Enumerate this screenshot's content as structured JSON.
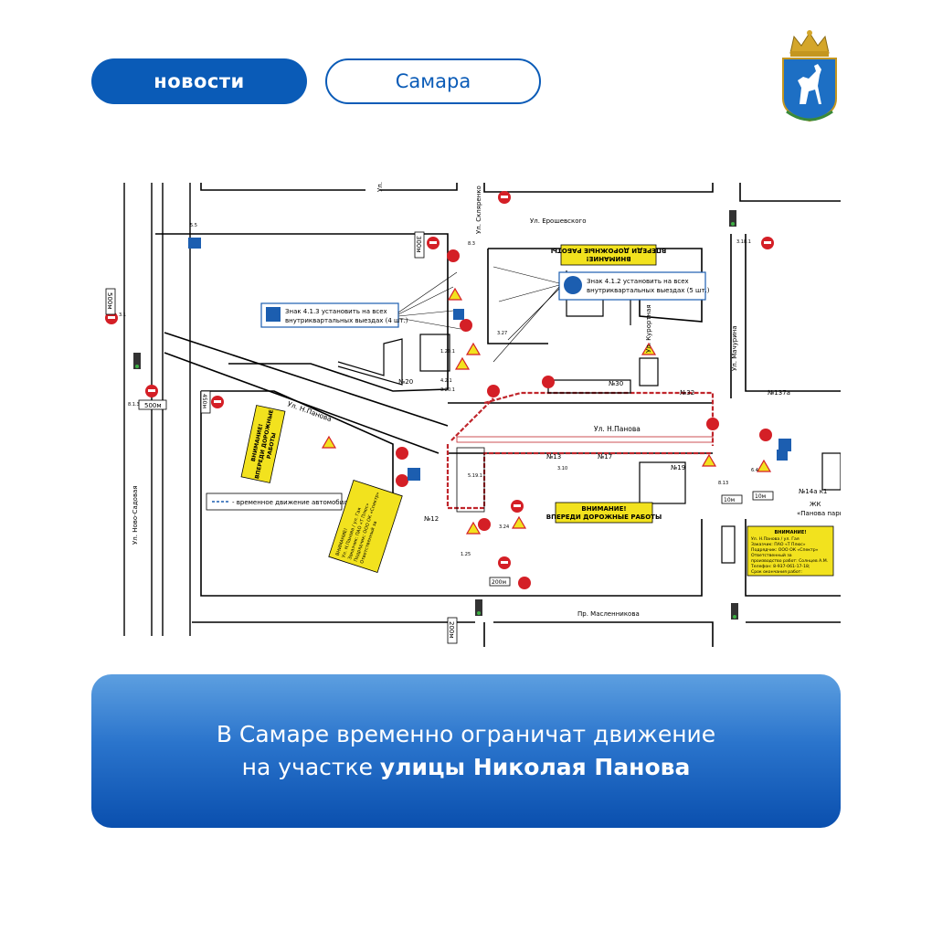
{
  "header": {
    "news_label": "новости",
    "city_label": "Самара"
  },
  "emblem": {
    "icon": "samara-coat-of-arms-icon",
    "colors": {
      "shield": "#1d6fc4",
      "deer": "#ffffff",
      "crown": "#d4a62a"
    }
  },
  "map": {
    "streets": {
      "panova_left": "Ул. Н.Панова",
      "panova_center": "Ул. Н.Панова",
      "novo_sadovaya": "Ул. Ново-Садовая",
      "sklyarenko": "Ул. Скляренко",
      "eroshevskogo": "Ул. Ерошевского",
      "kurortnaya": "Ул. Курортная",
      "machurina": "Ул. Мачурина",
      "maslennikova": "Пр. Масленникова",
      "top_ul": "Ул."
    },
    "buildings": {
      "b20": "№20",
      "b12": "№12",
      "b13": "№13",
      "b17": "№17",
      "b19": "№19",
      "b30": "№30",
      "b32": "№32",
      "b137a": "№137а",
      "b14a": "№14а к1",
      "zhk": "ЖК",
      "panov_park": "«Панова парк»"
    },
    "notes": {
      "sign_413": [
        "Знак 4.1.3 установить на всех",
        "внутриквартальных выездах (4 шт.)"
      ],
      "sign_412": [
        "Знак 4.1.2 установить на всех",
        "внутриквартальных выездах (5 шт.)"
      ],
      "temp_traffic": "- временное движение автомобилей",
      "warning_1": [
        "ВНИМАНИЕ!",
        "ВПЕРЕДИ ДОРОЖНЫЕ РАБОТЫ"
      ],
      "warning_top": [
        "ВНИМАНИЕ!",
        "ВПЕРЕДИ ДОРОЖНЫЕ РАБОТЫ"
      ],
      "warning_left": [
        "ВНИМАНИЕ!",
        "ВПЕРЕДИ ДОРОЖНЫЕ",
        "РАБОТЫ"
      ],
      "info_box": [
        "ВНИМАНИЕ!",
        "Ул. Н.Панова / ул. Гая",
        "Заказчик: ПАО «Т Плюс»",
        "Подрядчик: ООО ОК «Спектр»",
        "Ответственный за",
        "производство работ: Солнцев А.М.",
        "Телефон: 8-937-061-17-18;",
        "Срок окончания работ:"
      ]
    },
    "distance_tags": [
      "500м",
      "500м",
      "300м",
      "200м",
      "200м",
      "10м",
      "10м",
      "450м"
    ],
    "sign_codes": [
      "3.1",
      "8.1.3",
      "5.5",
      "1.25",
      "3.18.1",
      "8.3",
      "3.24",
      "8.13",
      "4.2.1",
      "3.20.1",
      "5.19.1",
      "1.20.1",
      "3.27",
      "3.10",
      "6.4"
    ],
    "colors": {
      "road": "#000000",
      "work_zone": "#c0262c",
      "sign_blue": "#1c5eb0",
      "sign_yellow": "#f2e21e",
      "sign_red": "#d41f26"
    }
  },
  "banner": {
    "line1": "В Самаре временно ограничат движение",
    "line2_prefix": "на участке ",
    "line2_bold": "улицы Николая Панова"
  }
}
